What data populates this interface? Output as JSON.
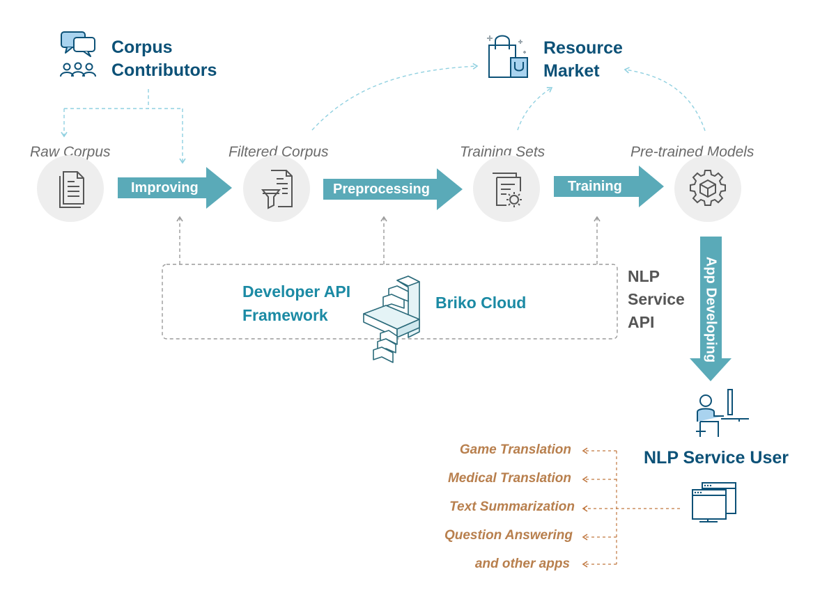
{
  "actors": {
    "corpus_contributors": [
      "Corpus",
      "Contributors"
    ],
    "resource_market": [
      "Resource",
      "Market"
    ],
    "nlp_service_user": "NLP Service User"
  },
  "stages": [
    {
      "label": "Raw Corpus",
      "icon": "document-icon"
    },
    {
      "label": "Filtered Corpus",
      "icon": "filter-document-icon"
    },
    {
      "label": "Training Sets",
      "icon": "settings-document-icon"
    },
    {
      "label": "Pre-trained Models",
      "icon": "cube-gear-icon"
    }
  ],
  "process_arrows": [
    "Improving",
    "Preprocessing",
    "Training"
  ],
  "app_developing": "App Developing",
  "briko": {
    "framework": [
      "Developer API",
      "Framework"
    ],
    "cloud": "Briko Cloud"
  },
  "nlp_service_api": [
    "NLP",
    "Service",
    "API"
  ],
  "apps": [
    "Game Translation",
    "Medical Translation",
    "Text Summarization",
    "Question Answering",
    "and other apps"
  ],
  "colors": {
    "navy": "#0c5177",
    "teal_arrow": "#5aaab8",
    "teal_text": "#1b8aa4",
    "light_blue_dash": "#8fd0e0",
    "gray_dash": "#9a9a9a",
    "orange_dash": "#c0773f",
    "circle_bg": "#eeeeee",
    "app_text": "#b87f4d"
  }
}
